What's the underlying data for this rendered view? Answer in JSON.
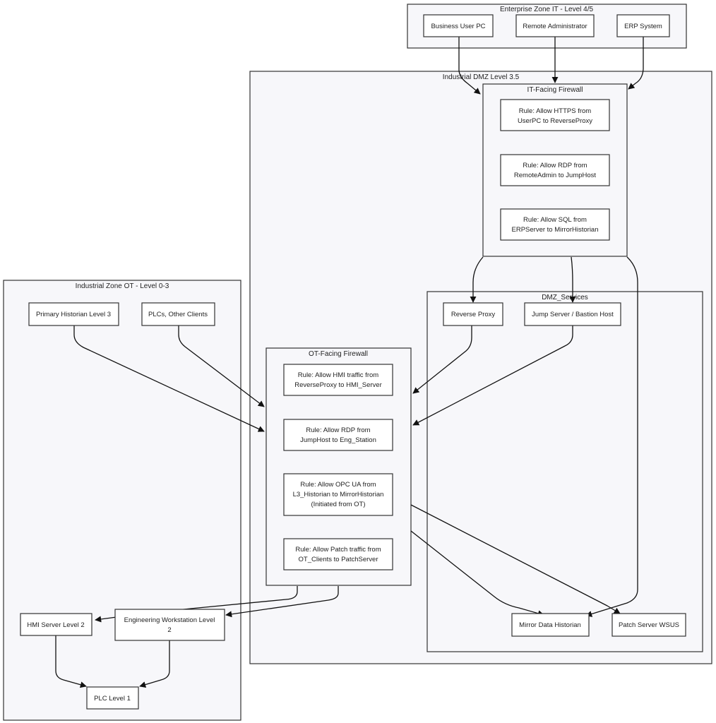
{
  "zones": {
    "enterprise": {
      "title": "Enterprise Zone IT - Level 4/5"
    },
    "dmz": {
      "title": "Industrial DMZ Level 3.5"
    },
    "it_firewall": {
      "title": "IT-Facing Firewall"
    },
    "dmz_services": {
      "title": "DMZ_Services"
    },
    "ot_firewall": {
      "title": "OT-Facing Firewall"
    },
    "ot_zone": {
      "title": "Industrial Zone OT - Level 0-3"
    }
  },
  "nodes": {
    "business_user_pc": {
      "label": "Business User PC"
    },
    "remote_admin": {
      "label": "Remote Administrator"
    },
    "erp_system": {
      "label": "ERP System"
    },
    "it_rule_https": {
      "line1": "Rule: Allow HTTPS from",
      "line2": "UserPC to ReverseProxy"
    },
    "it_rule_rdp": {
      "line1": "Rule: Allow RDP from",
      "line2": "RemoteAdmin to JumpHost"
    },
    "it_rule_sql": {
      "line1": "Rule: Allow SQL from",
      "line2": "ERPServer to MirrorHistorian"
    },
    "reverse_proxy": {
      "label": "Reverse Proxy"
    },
    "jump_server": {
      "label": "Jump Server / Bastion Host"
    },
    "ot_rule_hmi": {
      "line1": "Rule: Allow HMI traffic from",
      "line2": "ReverseProxy to HMI_Server"
    },
    "ot_rule_rdp": {
      "line1": "Rule: Allow RDP from",
      "line2": "JumpHost to Eng_Station"
    },
    "ot_rule_opcua": {
      "line1": "Rule: Allow OPC UA from",
      "line2": "L3_Historian to MirrorHistorian",
      "line3": "(Initiated from OT)"
    },
    "ot_rule_patch": {
      "line1": "Rule: Allow Patch traffic from",
      "line2": "OT_Clients to PatchServer"
    },
    "mirror_historian": {
      "label": "Mirror Data Historian"
    },
    "patch_server": {
      "label": "Patch Server WSUS"
    },
    "primary_historian": {
      "label": "Primary Historian Level 3"
    },
    "plcs_clients": {
      "label": "PLCs, Other Clients"
    },
    "hmi_server": {
      "label": "HMI Server Level 2"
    },
    "eng_workstation": {
      "line1": "Engineering Workstation Level",
      "line2": "2"
    },
    "plc_level1": {
      "label": "PLC Level 1"
    }
  },
  "colors": {
    "cluster_fill": "#f7f7fa",
    "cluster_stroke": "#333333",
    "node_fill": "#ffffff",
    "node_stroke": "#333333",
    "edge": "#111111"
  }
}
